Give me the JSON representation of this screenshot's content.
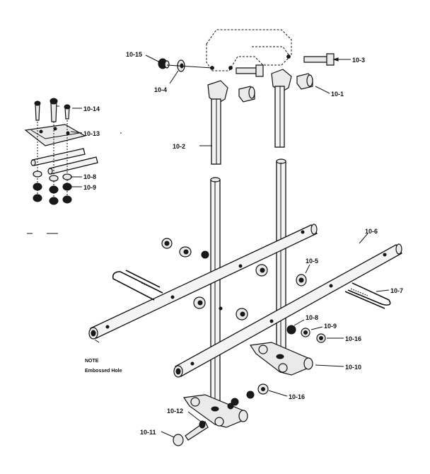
{
  "callouts": {
    "c10_15": "10-15",
    "c10_4": "10-4",
    "c10_3": "10-3",
    "c10_1": "10-1",
    "c10_2": "10-2",
    "c10_14": "10-14",
    "c10_13": "10-13",
    "c10_8_inset": "10-8",
    "c10_9_inset": "10-9",
    "c10_6": "10-6",
    "c10_5": "10-5",
    "c10_7": "10-7",
    "c10_8": "10-8",
    "c10_9": "10-9",
    "c10_16_a": "10-16",
    "c10_10": "10-10",
    "c10_16_b": "10-16",
    "c10_12": "10-12",
    "c10_11": "10-11"
  },
  "note": {
    "line1": "NOTE",
    "line2": "Embossed Hole"
  }
}
